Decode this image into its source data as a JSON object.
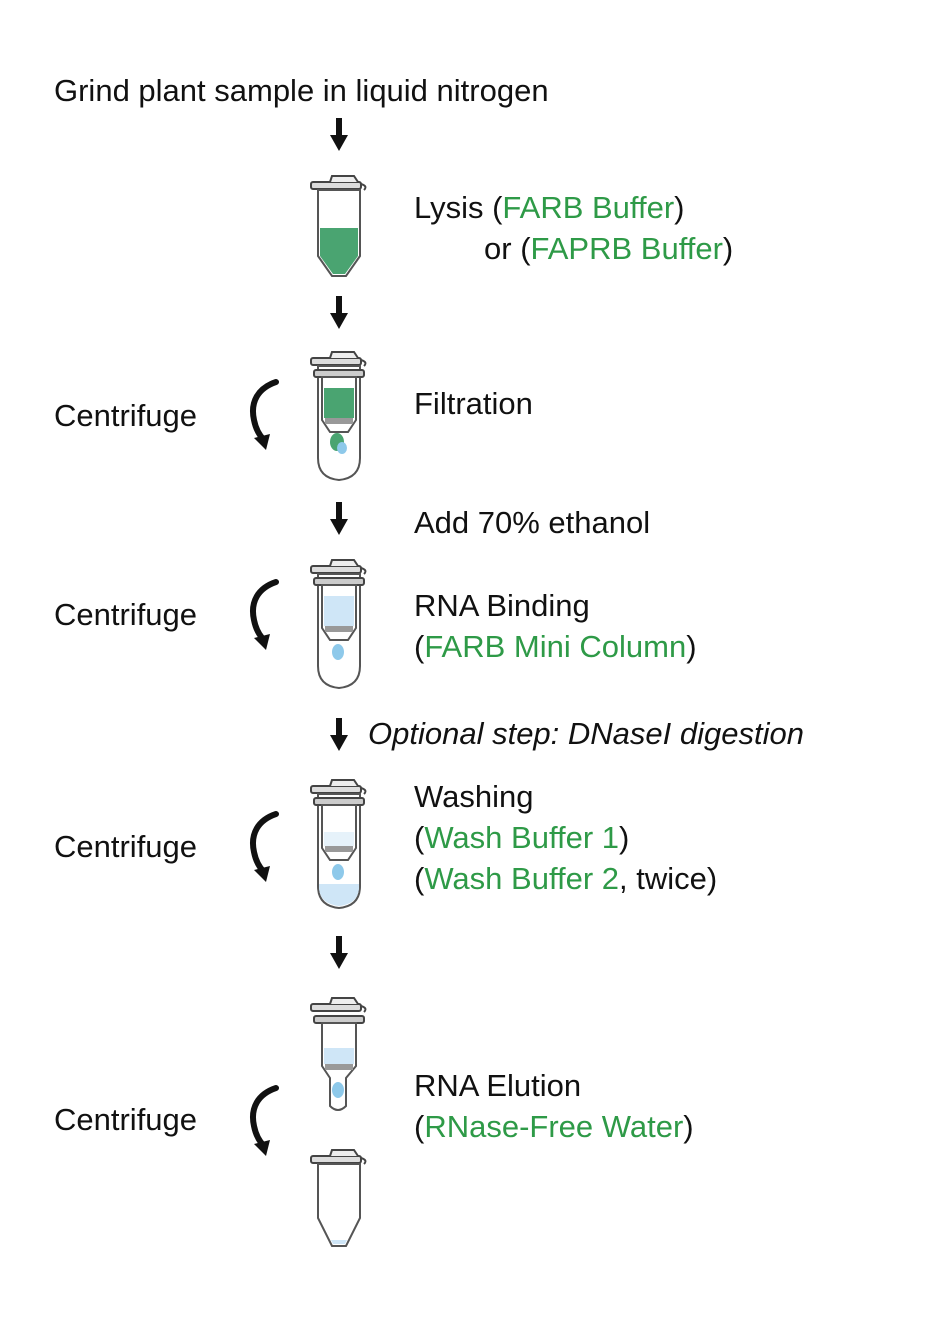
{
  "colors": {
    "reagent_green": "#2e9a47",
    "sample_green": "#4aa471",
    "liquid_blue": "#cfe6f7",
    "drop_blue": "#8ec9ea"
  },
  "title": "Grind plant sample in liquid nitrogen",
  "steps": {
    "lysis": {
      "label": "Lysis",
      "buffer1": "FARB Buffer",
      "or": "or",
      "buffer2": "FAPRB Buffer"
    },
    "filtration": {
      "label": "Filtration",
      "action": "Centrifuge"
    },
    "ethanol": {
      "label": "Add 70% ethanol"
    },
    "binding": {
      "label": "RNA Binding",
      "column": "FARB Mini Column",
      "action": "Centrifuge"
    },
    "optional": {
      "label": "Optional step:  DNaseI digestion"
    },
    "washing": {
      "label": "Washing",
      "buffer1": "Wash Buffer 1",
      "buffer2": "Wash Buffer 2",
      "suffix": ", twice",
      "action": "Centrifuge"
    },
    "elution": {
      "label": "RNA Elution",
      "reagent": "RNase-Free Water",
      "action": "Centrifuge"
    }
  },
  "icons": [
    "down-arrow-icon",
    "microtube-icon",
    "spin-column-icon",
    "curved-arrow-icon"
  ]
}
